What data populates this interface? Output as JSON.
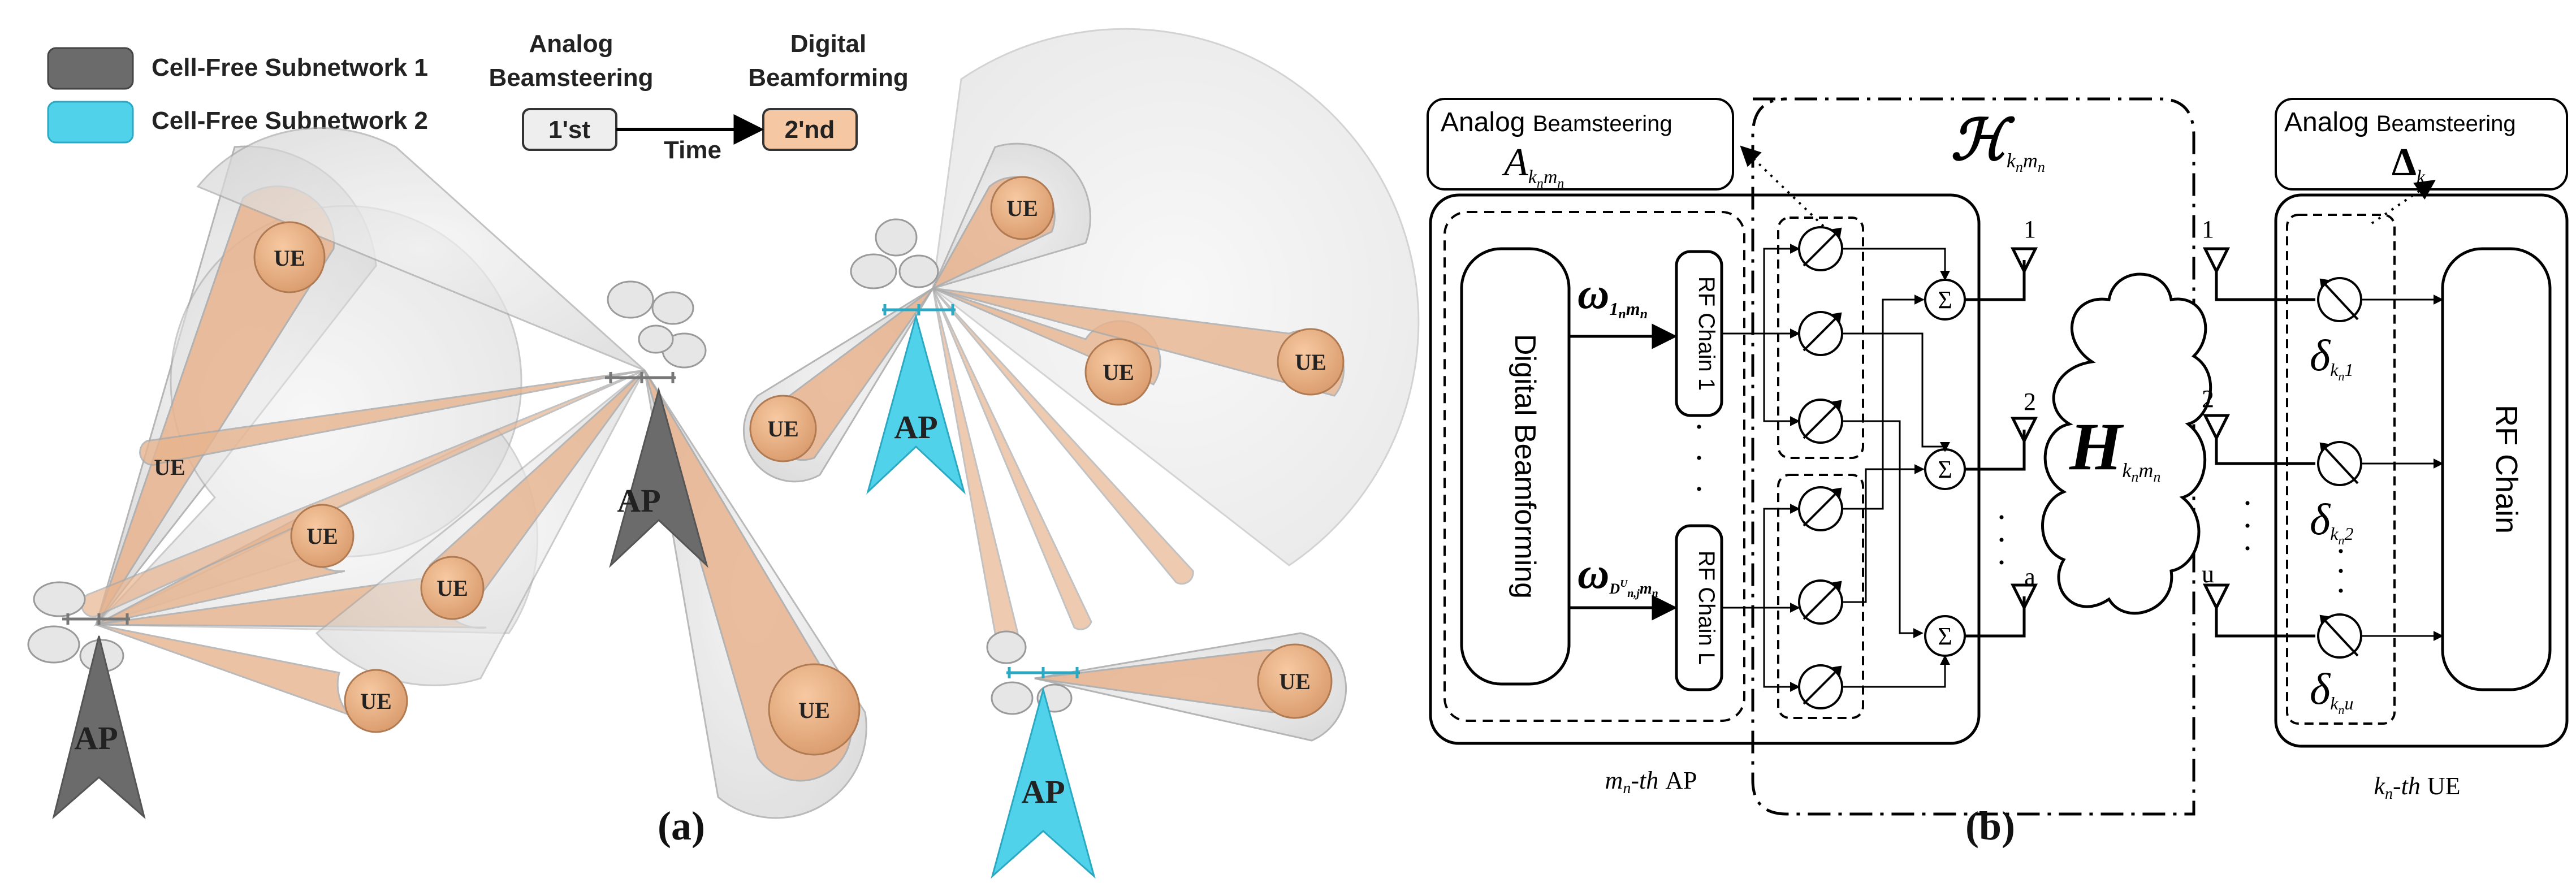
{
  "panel_a": {
    "legend": {
      "subnet1": "Cell-Free Subnetwork 1",
      "subnet2": "Cell-Free Subnetwork 2",
      "subnet1_color": "#6b6b6b",
      "subnet2_color": "#4fd2ea"
    },
    "timeline": {
      "first_heading_line1": "Analog",
      "first_heading_line2": "Beamsteering",
      "second_heading_line1": "Digital",
      "second_heading_line2": "Beamforming",
      "first_box": "1'st",
      "second_box": "2'nd",
      "axis_label": "Time",
      "first_box_color": "#eeeeee",
      "second_box_color": "#f6c7a3"
    },
    "ap_label": "AP",
    "ue_label": "UE",
    "caption": "(a)",
    "beam_color": "#e8b48f",
    "lobe_color": "#d9d9d9"
  },
  "panel_b": {
    "caption": "(b)",
    "analog_tx": {
      "title_word": "Analog",
      "title_rest": "Beamsteering",
      "symbol": "A",
      "subscript": "k",
      "sub_n": "n",
      "sub_m": "m",
      "sub_n2": "n"
    },
    "analog_rx": {
      "title_word": "Analog",
      "title_rest": "Beamsteering",
      "symbol": "Δ",
      "subscript": "k",
      "sub_n": "n"
    },
    "channel_cal": {
      "symbol": "ℋ",
      "subscript": "k",
      "sub_n": "n",
      "sub_m": "m",
      "sub_n2": "n"
    },
    "channel_h": {
      "symbol": "H",
      "subscript": "k",
      "sub_n": "n",
      "sub_m": "m",
      "sub_n2": "n"
    },
    "digital_block": "Digital Beamforming",
    "rf_chain_1": "RF Chain 1",
    "rf_chain_l": "RF Chain L",
    "rx_rf_chain": "RF Chain",
    "omega_1": {
      "symbol": "ω",
      "sub": "1",
      "sub2": "n",
      "sub3": "m",
      "sub4": "n"
    },
    "omega_l": {
      "symbol": "ω",
      "sub": "D",
      "sub_sup": "U",
      "sub2": "n,j",
      "sub3": "m",
      "sub4": "n"
    },
    "sum_symbol": "Σ",
    "ant_tx_1": "1",
    "ant_tx_2": "2",
    "ant_tx_a": "a",
    "ant_rx_1": "1",
    "ant_rx_2": "2",
    "ant_rx_u": "u",
    "delta_1": {
      "symbol": "δ",
      "sub": "k",
      "sub_n": "n",
      "tail": "1"
    },
    "delta_2": {
      "symbol": "δ",
      "sub": "k",
      "sub_n": "n",
      "tail": "2"
    },
    "delta_u": {
      "symbol": "δ",
      "sub": "k",
      "sub_n": "n",
      "tail": "u"
    },
    "ap_caption": {
      "m": "m",
      "n": "n",
      "th": "-th",
      "ap": "AP"
    },
    "ue_caption": {
      "k": "k",
      "n": "n",
      "th": "-th",
      "ue": "UE"
    },
    "dots": "·"
  }
}
